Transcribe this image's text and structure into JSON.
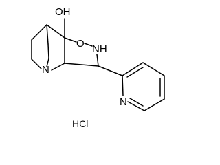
{
  "labels": {
    "hydroxyl": "OH",
    "isoxazole_oxygen": "O",
    "isoxazole_nh": "NH",
    "bridgehead_nitrogen": "N",
    "pyridine_nitrogen": "N",
    "salt": "HCl"
  },
  "colors": {
    "stroke": "#000000",
    "background": "#ffffff"
  }
}
